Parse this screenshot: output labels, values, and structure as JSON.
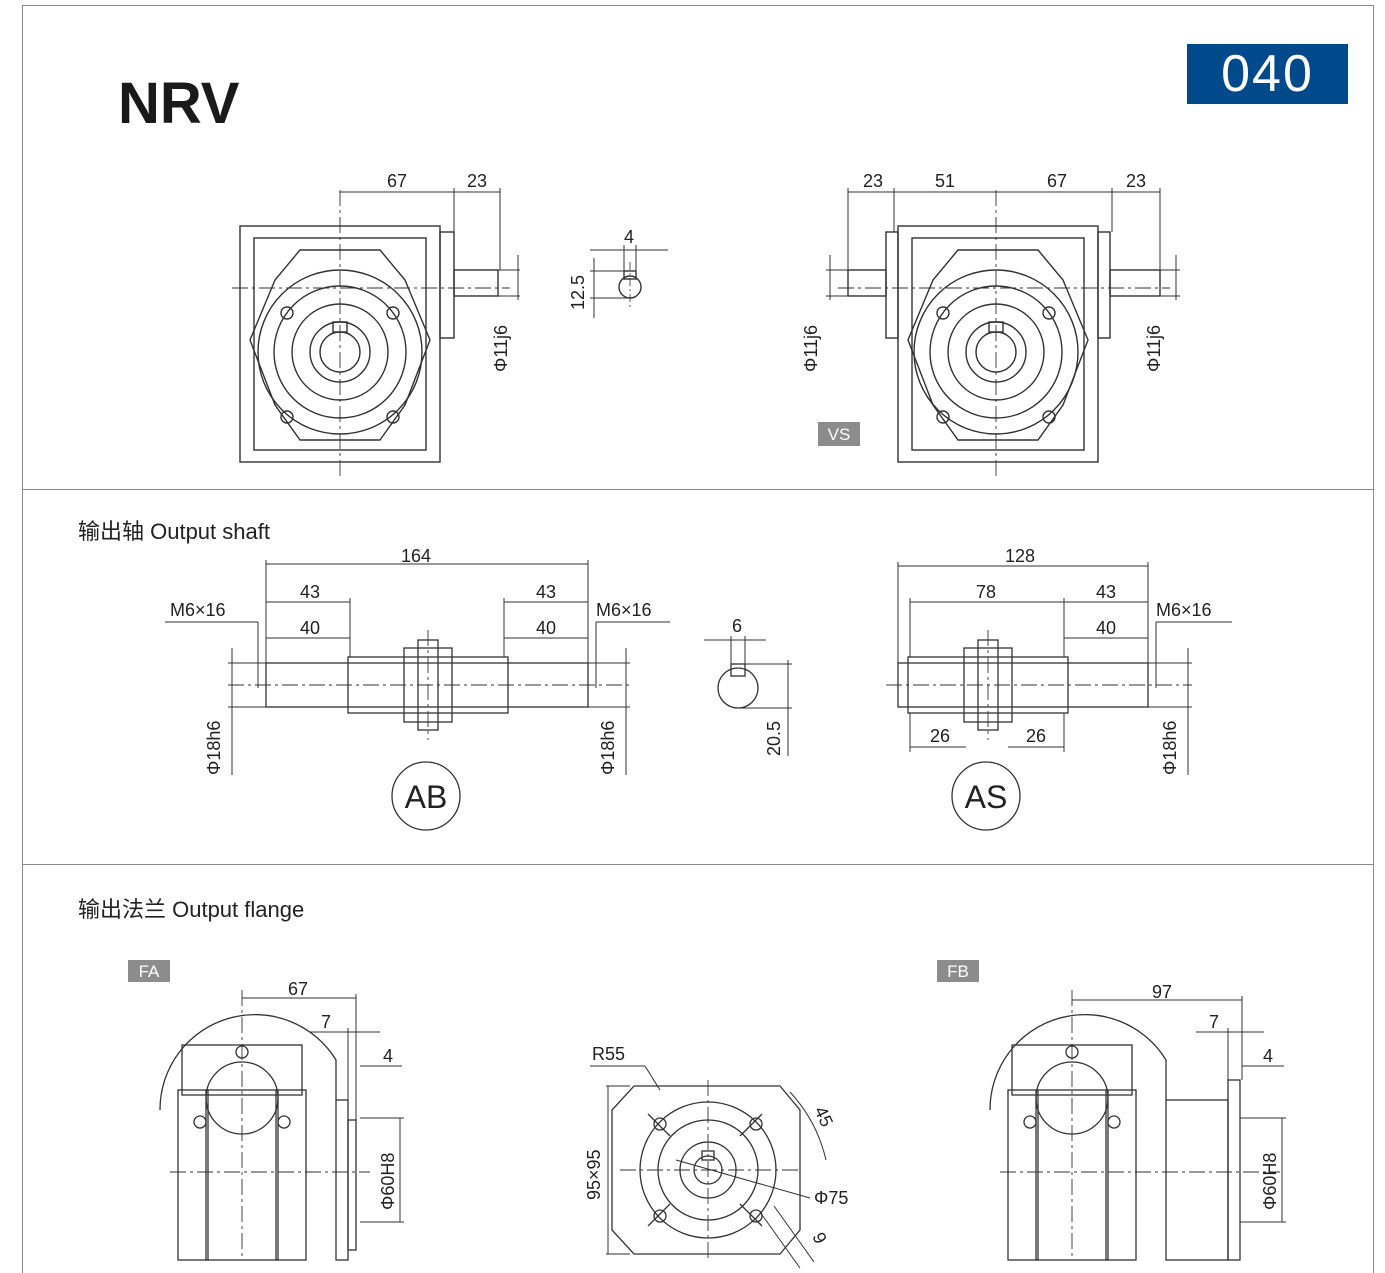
{
  "header": {
    "title": "NRV",
    "code": "040"
  },
  "sections": {
    "output_shaft": "输出轴 Output shaft",
    "output_flange": "输出法兰  Output flange"
  },
  "top": {
    "left_view": {
      "d1": "67",
      "d2": "23",
      "shaft": "Φ11j6"
    },
    "key": {
      "width": "4",
      "height": "12.5"
    },
    "right_view": {
      "d1": "23",
      "d2": "51",
      "d3": "67",
      "d4": "23",
      "shaft_left": "Φ11j6",
      "shaft_right": "Φ11j6",
      "tag": "VS"
    }
  },
  "shaft_ab": {
    "total": "164",
    "l1": "43",
    "l2": "40",
    "r1": "43",
    "r2": "40",
    "thread_left": "M6×16",
    "thread_right": "M6×16",
    "dia_left": "Φ18h6",
    "dia_right": "Φ18h6",
    "label": "AB"
  },
  "key2": {
    "width": "6",
    "height": "20.5"
  },
  "shaft_as": {
    "total": "128",
    "l": "78",
    "r1": "43",
    "r2": "40",
    "thread": "M6×16",
    "b1": "26",
    "b2": "26",
    "dia": "Φ18h6",
    "label": "AS"
  },
  "flange_fa": {
    "tag": "FA",
    "d1": "67",
    "d2": "7",
    "d3": "4",
    "dia": "Φ60H8"
  },
  "flange_center": {
    "r": "R55",
    "square": "95×95",
    "angle": "45",
    "dia": "Φ75",
    "hole": "9"
  },
  "flange_fb": {
    "tag": "FB",
    "d1": "97",
    "d2": "7",
    "d3": "4",
    "dia": "Φ60H8"
  },
  "colors": {
    "badge": "#004a8c",
    "tag": "#8c8c8c",
    "line": "#333333"
  }
}
